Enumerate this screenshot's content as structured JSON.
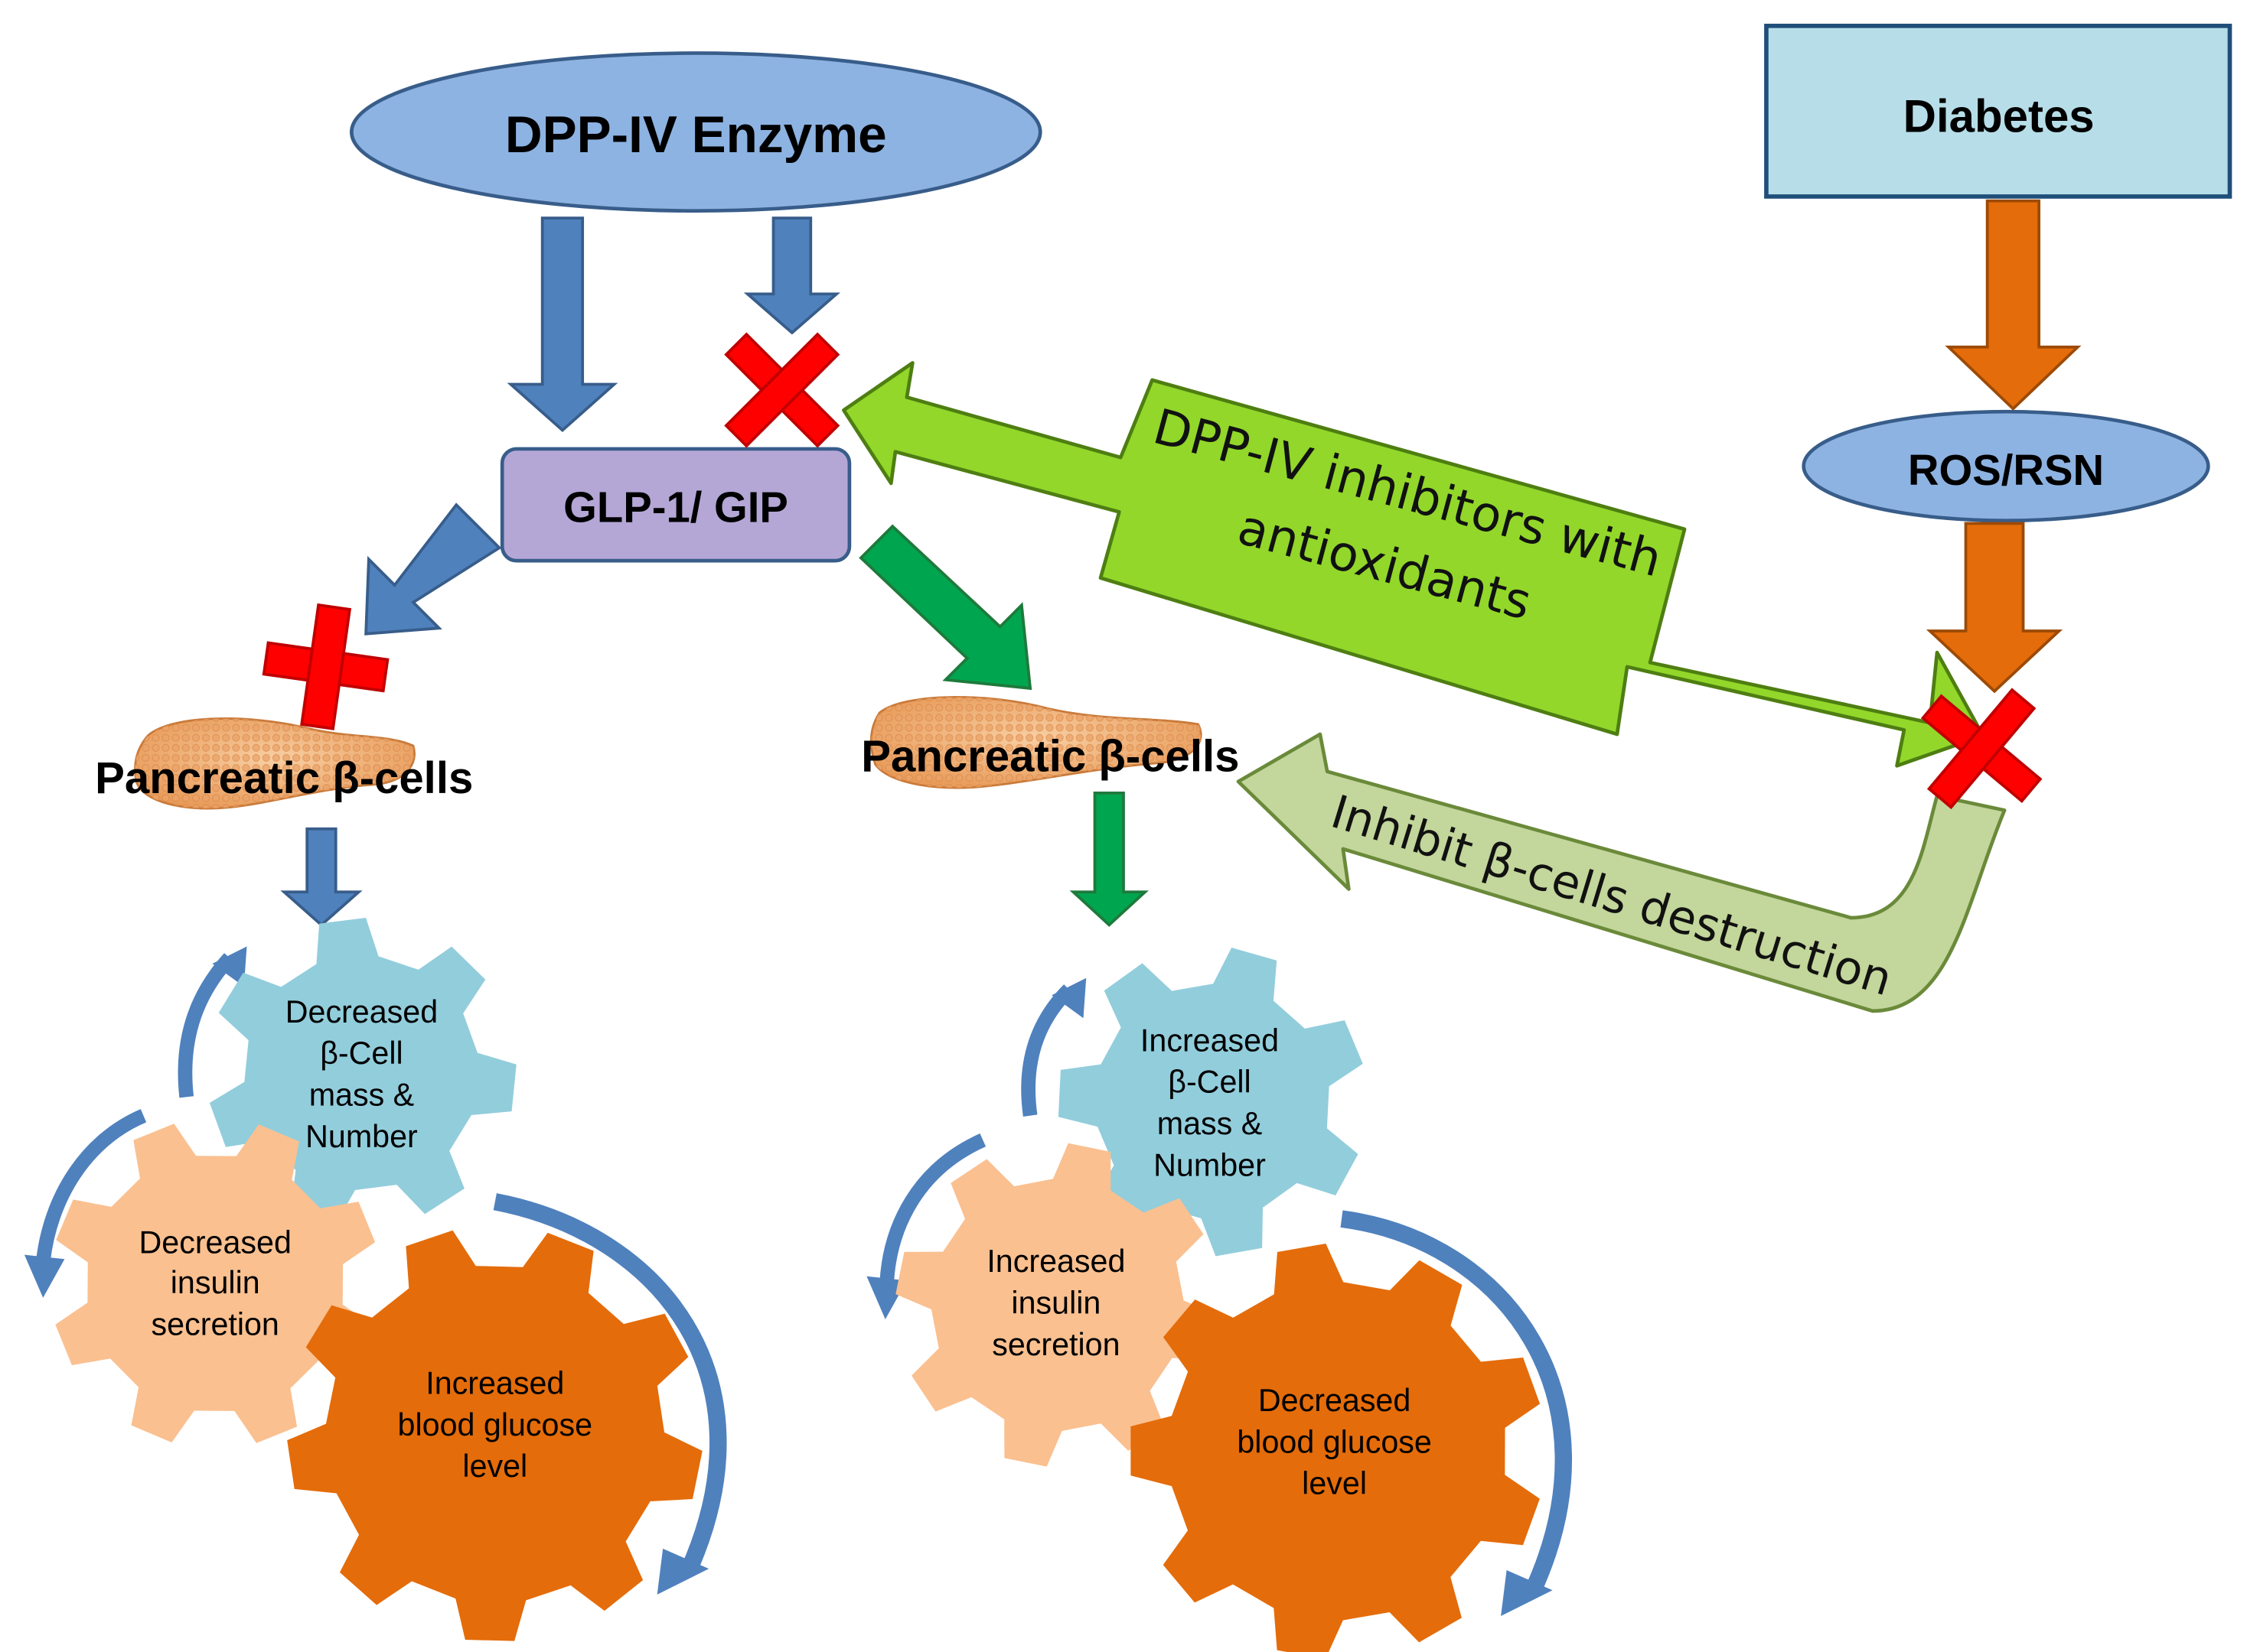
{
  "nodes": {
    "dpp_enzyme": "DPP-IV Enzyme",
    "diabetes": "Diabetes",
    "ros": "ROS/RSN",
    "glp": "GLP-1/ GIP",
    "pancreas_left": "Pancreatic β-cells",
    "pancreas_right": "Pancreatic β-cells"
  },
  "arrows": {
    "inhibitors": [
      "DPP-IV inhibitors with",
      "antioxidants"
    ],
    "inhibit_destruction": "Inhibit β-cells destruction"
  },
  "left_cycle": {
    "beta_cell": [
      "Decreased",
      "β-Cell",
      "mass &",
      "Number"
    ],
    "insulin": [
      "Decreased",
      "insulin",
      "secretion"
    ],
    "glucose": [
      "Increased",
      "blood glucose",
      "level"
    ]
  },
  "right_cycle": {
    "beta_cell": [
      "Increased",
      "β-Cell",
      "mass &",
      "Number"
    ],
    "insulin": [
      "Increased",
      "insulin",
      "secretion"
    ],
    "glucose": [
      "Decreased",
      "blood glucose",
      "level"
    ]
  },
  "colors": {
    "blue_arrow": "#4F81BD",
    "green_arrow": "#00A550",
    "orange_arrow": "#E46C0A",
    "lime_arrow": "#92D72A",
    "sage_arrow": "#C3D69B",
    "ellipse_blue": "#8DB3E2",
    "diabetes_box": "#B7DEE8",
    "glp_box": "#B4A7D6",
    "gear_light_blue": "#92CDDC",
    "gear_peach": "#FAC090",
    "gear_orange": "#E46C0A",
    "cross_red": "#FF0000"
  }
}
